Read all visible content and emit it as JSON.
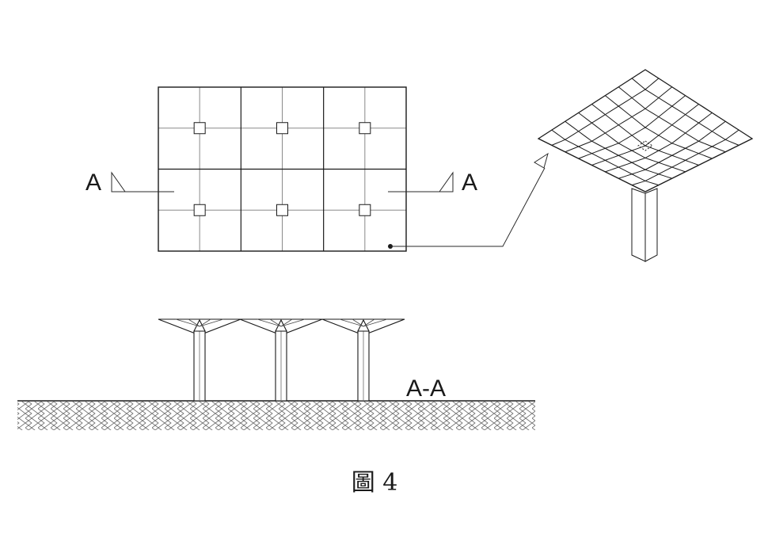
{
  "diagram": {
    "section_marker_left": "A",
    "section_marker_right": "A",
    "section_title": "A-A",
    "caption": "圖 4",
    "plan_grid": {
      "rows": 2,
      "cols": 3
    },
    "canopy_mesh_divisions": 8,
    "section_columns": 3
  }
}
